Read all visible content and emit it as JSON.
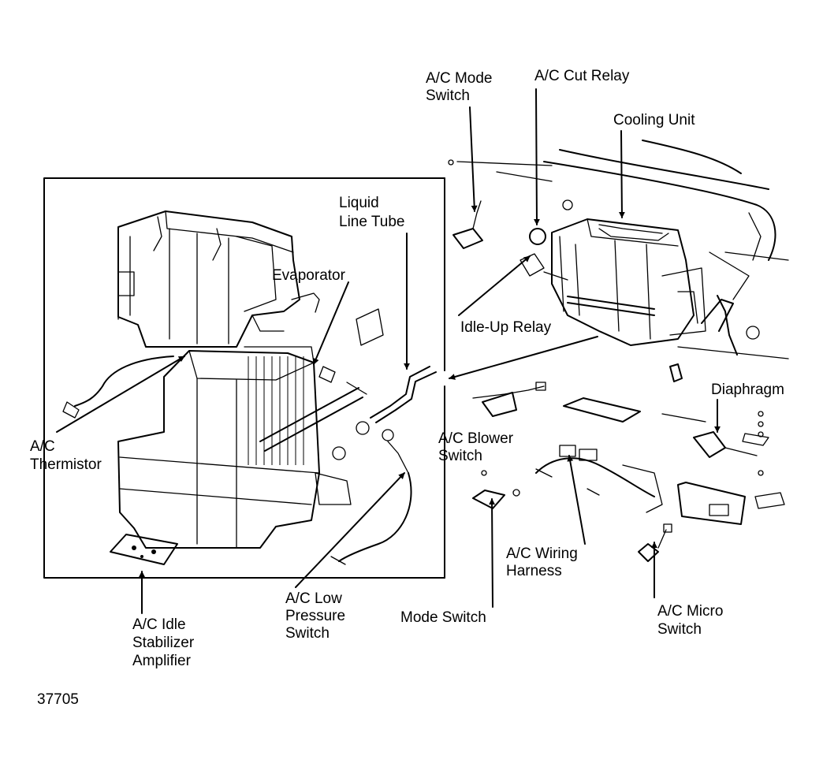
{
  "figure_number": "37705",
  "labels": {
    "ac_mode_switch": [
      "A/C Mode",
      "Switch"
    ],
    "ac_cut_relay": [
      "A/C Cut Relay"
    ],
    "cooling_unit": [
      "Cooling Unit"
    ],
    "liquid_line_tube": [
      "Liquid",
      "Line Tube"
    ],
    "evaporator": [
      "Evaporator"
    ],
    "idle_up_relay": [
      "Idle-Up Relay"
    ],
    "diaphragm": [
      "Diaphragm"
    ],
    "ac_thermistor": [
      "A/C",
      "Thermistor"
    ],
    "ac_blower_switch": [
      "A/C Blower",
      "Switch"
    ],
    "ac_wiring_harness": [
      "A/C Wiring",
      "Harness"
    ],
    "ac_low_pressure_switch": [
      "A/C Low",
      "Pressure",
      "Switch"
    ],
    "mode_switch": [
      "Mode Switch"
    ],
    "ac_micro_switch": [
      "A/C Micro",
      "Switch"
    ],
    "ac_idle_stabilizer_amplifier": [
      "A/C Idle",
      "Stabilizer",
      "Amplifier"
    ]
  }
}
